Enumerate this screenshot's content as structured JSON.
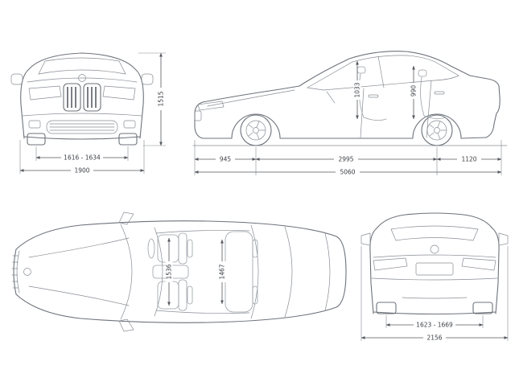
{
  "diagram": {
    "type": "vehicle-dimensions-blueprint",
    "colors": {
      "background": "#ffffff",
      "car_line": "#6d727a",
      "dimension_line": "#55585e",
      "dimension_text": "#3b3e44"
    },
    "views": {
      "front": {
        "label": "front-view",
        "dim_height": "1515",
        "dim_track": "1616 - 1634",
        "dim_width": "1900"
      },
      "side": {
        "label": "side-view",
        "dim_front_overhang": "945",
        "dim_wheelbase": "2995",
        "dim_rear_overhang": "1120",
        "dim_length": "5060",
        "dim_headroom_front": "1033",
        "dim_headroom_rear": "990"
      },
      "top": {
        "label": "top-view",
        "dim_interior_front": "1536",
        "dim_interior_rear": "1467"
      },
      "rear": {
        "label": "rear-view",
        "dim_track": "1623 - 1669",
        "dim_width_mirrors": "2156"
      }
    }
  }
}
